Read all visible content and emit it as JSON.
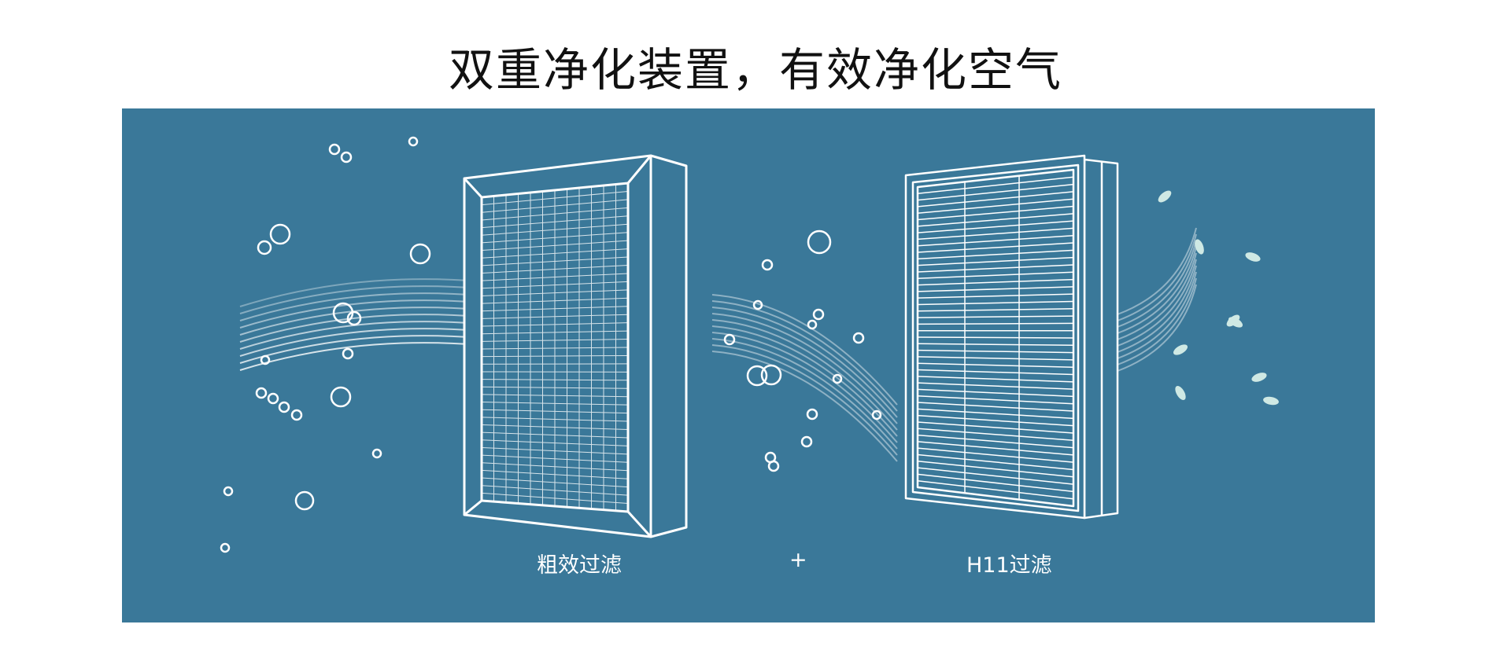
{
  "title": "双重净化装置，有效净化空气",
  "stages": {
    "first_label": "粗效过滤",
    "joiner": "+",
    "second_label": "H11过滤"
  },
  "colors": {
    "panel": "#3a7899",
    "line": "#ffffff",
    "leaf": "#cfe9e4"
  }
}
